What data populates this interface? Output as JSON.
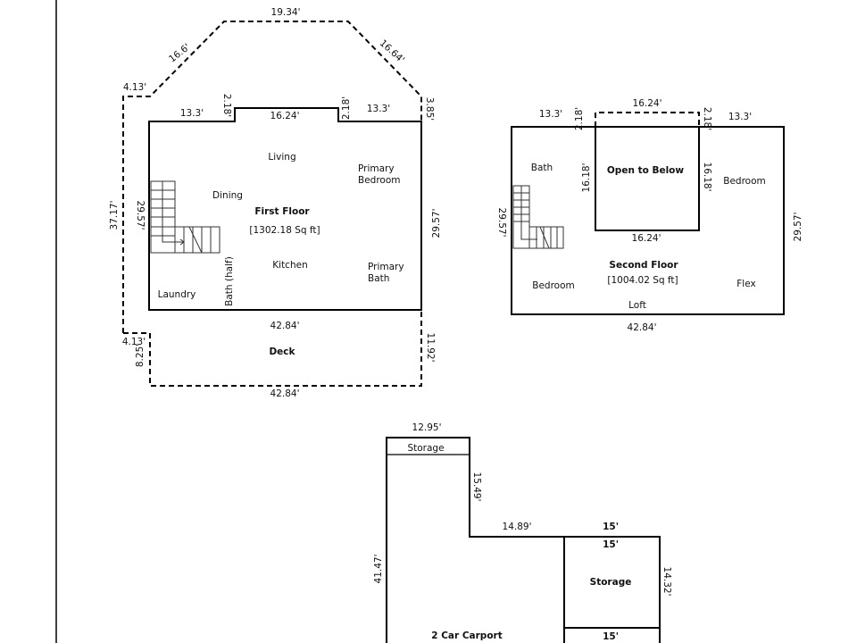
{
  "first_floor": {
    "title": "First Floor",
    "area": "[1302.18 Sq ft]",
    "rooms": [
      "Living",
      "Primary",
      "Bedroom",
      "Dining",
      "Kitchen",
      "Primary",
      "Bath",
      "Laundry",
      "Bath (half)",
      "Deck"
    ],
    "dims": [
      "19.34'",
      "16.6'",
      "16.64'",
      "4.13'",
      "13.3'",
      "2.18'",
      "16.24'",
      "2.18'",
      "13.3'",
      "3.85'",
      "37.17'",
      "29.57'",
      "29.57'",
      "42.84'",
      "4.13'",
      "8.25'",
      "11.92'",
      "42.84'"
    ]
  },
  "second_floor": {
    "title": "Second Floor",
    "area": "[1004.02 Sq ft]",
    "rooms": [
      "Bath",
      "Open to Below",
      "Bedroom",
      "Bedroom",
      "Flex",
      "Loft"
    ],
    "dims": [
      "16.24'",
      "13.3'",
      "2.18'",
      "2.18'",
      "13.3'",
      "16.18'",
      "16.18'",
      "16.24'",
      "29.57'",
      "29.57'",
      "42.84'"
    ]
  },
  "carport": {
    "rooms": [
      "Storage",
      "Storage",
      "2 Car Carport"
    ],
    "dims": [
      "12.95'",
      "15.49'",
      "14.89'",
      "15'",
      "15'",
      "14.32'",
      "41.47'",
      "15'"
    ]
  }
}
